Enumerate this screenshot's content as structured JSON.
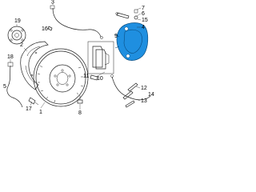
{
  "diagram": {
    "highlight_color": "#1f8fe0",
    "line_color": "#222222",
    "callouts": [
      {
        "id": "c1",
        "text": "1"
      },
      {
        "id": "c2",
        "text": "2"
      },
      {
        "id": "c3",
        "text": "3"
      },
      {
        "id": "c4",
        "text": "4"
      },
      {
        "id": "c5",
        "text": "5"
      },
      {
        "id": "c6",
        "text": "6"
      },
      {
        "id": "c7",
        "text": "7"
      },
      {
        "id": "c8",
        "text": "8"
      },
      {
        "id": "c9",
        "text": "9"
      },
      {
        "id": "c10",
        "text": "10"
      },
      {
        "id": "c11",
        "text": "11"
      },
      {
        "id": "c12",
        "text": "12"
      },
      {
        "id": "c13",
        "text": "13"
      },
      {
        "id": "c14",
        "text": "14"
      },
      {
        "id": "c15",
        "text": "15"
      },
      {
        "id": "c16",
        "text": "16"
      },
      {
        "id": "c17",
        "text": "17"
      },
      {
        "id": "c18",
        "text": "18"
      },
      {
        "id": "c19",
        "text": "19"
      }
    ]
  }
}
